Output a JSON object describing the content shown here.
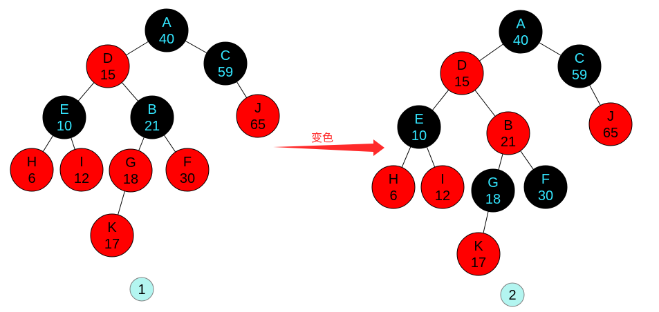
{
  "colors": {
    "red_node": "#ff0000",
    "black_node": "#000000",
    "red_text": "#000000",
    "black_text": "#33e6ff",
    "arrow": "#ff2a2a",
    "badge_fill": "#b3f5f0"
  },
  "operation": {
    "label": "变色"
  },
  "trees": [
    {
      "badge": "1",
      "nodes": [
        {
          "id": "A",
          "letter": "A",
          "value": "40",
          "color": "black"
        },
        {
          "id": "D",
          "letter": "D",
          "value": "15",
          "color": "red"
        },
        {
          "id": "C",
          "letter": "C",
          "value": "59",
          "color": "black"
        },
        {
          "id": "E",
          "letter": "E",
          "value": "10",
          "color": "black"
        },
        {
          "id": "B",
          "letter": "B",
          "value": "21",
          "color": "black"
        },
        {
          "id": "J",
          "letter": "J",
          "value": "65",
          "color": "red"
        },
        {
          "id": "H",
          "letter": "H",
          "value": "6",
          "color": "red"
        },
        {
          "id": "I",
          "letter": "I",
          "value": "12",
          "color": "red"
        },
        {
          "id": "G",
          "letter": "G",
          "value": "18",
          "color": "red"
        },
        {
          "id": "F",
          "letter": "F",
          "value": "30",
          "color": "red"
        },
        {
          "id": "K",
          "letter": "K",
          "value": "17",
          "color": "red"
        }
      ],
      "edges": [
        [
          "A",
          "D"
        ],
        [
          "A",
          "C"
        ],
        [
          "D",
          "E"
        ],
        [
          "D",
          "B"
        ],
        [
          "C",
          "J"
        ],
        [
          "E",
          "H"
        ],
        [
          "E",
          "I"
        ],
        [
          "B",
          "G"
        ],
        [
          "B",
          "F"
        ],
        [
          "G",
          "K"
        ]
      ]
    },
    {
      "badge": "2",
      "nodes": [
        {
          "id": "A",
          "letter": "A",
          "value": "40",
          "color": "black"
        },
        {
          "id": "D",
          "letter": "D",
          "value": "15",
          "color": "red"
        },
        {
          "id": "C",
          "letter": "C",
          "value": "59",
          "color": "black"
        },
        {
          "id": "E",
          "letter": "E",
          "value": "10",
          "color": "black"
        },
        {
          "id": "B",
          "letter": "B",
          "value": "21",
          "color": "red"
        },
        {
          "id": "J",
          "letter": "J",
          "value": "65",
          "color": "red"
        },
        {
          "id": "H",
          "letter": "H",
          "value": "6",
          "color": "red"
        },
        {
          "id": "I",
          "letter": "I",
          "value": "12",
          "color": "red"
        },
        {
          "id": "G",
          "letter": "G",
          "value": "18",
          "color": "black"
        },
        {
          "id": "F",
          "letter": "F",
          "value": "30",
          "color": "black"
        },
        {
          "id": "K",
          "letter": "K",
          "value": "17",
          "color": "red"
        }
      ],
      "edges": [
        [
          "A",
          "D"
        ],
        [
          "A",
          "C"
        ],
        [
          "D",
          "E"
        ],
        [
          "D",
          "B"
        ],
        [
          "C",
          "J"
        ],
        [
          "E",
          "H"
        ],
        [
          "E",
          "I"
        ],
        [
          "B",
          "G"
        ],
        [
          "B",
          "F"
        ],
        [
          "G",
          "K"
        ]
      ]
    }
  ]
}
